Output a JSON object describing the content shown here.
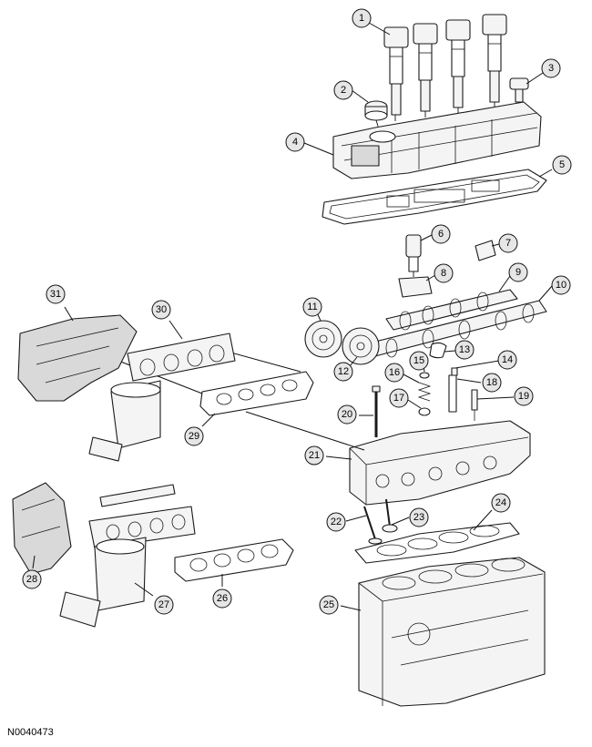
{
  "figure": {
    "reference_code": "N0040473",
    "callouts": [
      "1",
      "2",
      "3",
      "4",
      "5",
      "6",
      "7",
      "8",
      "9",
      "10",
      "11",
      "12",
      "13",
      "14",
      "15",
      "16",
      "17",
      "18",
      "19",
      "20",
      "21",
      "22",
      "23",
      "24",
      "25",
      "26",
      "27",
      "28",
      "29",
      "30",
      "31"
    ]
  }
}
